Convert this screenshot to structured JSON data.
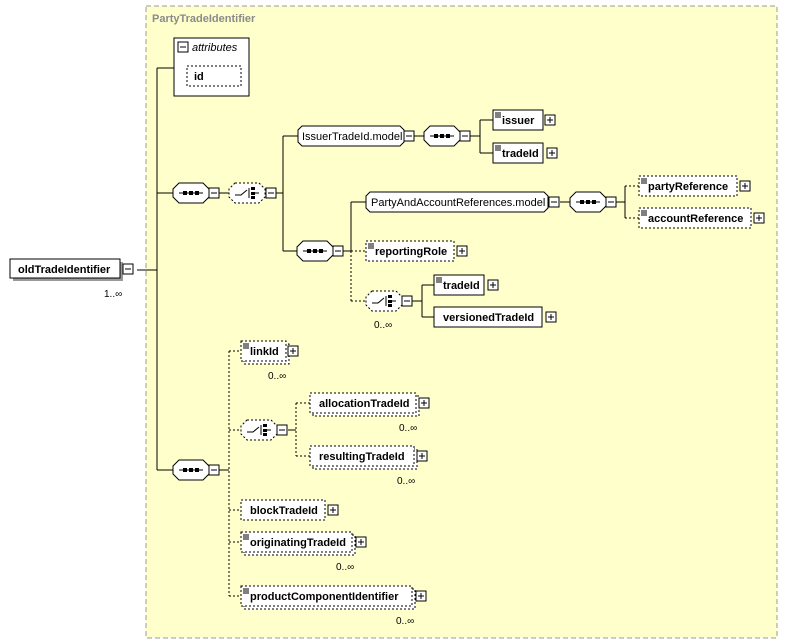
{
  "complex_type": "PartyTradeIdentifier",
  "root": {
    "name": "oldTradeIdentifier",
    "cardinality": "1..∞"
  },
  "attributes": {
    "title": "attributes",
    "items": [
      "id"
    ]
  },
  "issuer_group": {
    "name": "IssuerTradeId.model",
    "elements": [
      "issuer",
      "tradeId"
    ]
  },
  "party_group": {
    "name": "PartyAndAccountReferences.model",
    "elements": [
      "partyReference",
      "accountReference"
    ]
  },
  "reporting_role": "reportingRole",
  "choice_elements": [
    "tradeId",
    "versionedTradeId"
  ],
  "choice_cardinality": "0..∞",
  "link_id": {
    "name": "linkId",
    "cardinality": "0..∞"
  },
  "allocation_trade_id": {
    "name": "allocationTradeId",
    "cardinality": "0..∞"
  },
  "resulting_trade_id": {
    "name": "resultingTradeId",
    "cardinality": "0..∞"
  },
  "block_trade_id": "blockTradeId",
  "originating_trade_id": {
    "name": "originatingTradeId",
    "cardinality": "0..∞"
  },
  "product_component_identifier": {
    "name": "productComponentIdentifier",
    "cardinality": "0..∞"
  },
  "colors": {
    "panel_fill": "#ffffcc",
    "panel_border": "#999999",
    "box_stroke": "#000000"
  }
}
